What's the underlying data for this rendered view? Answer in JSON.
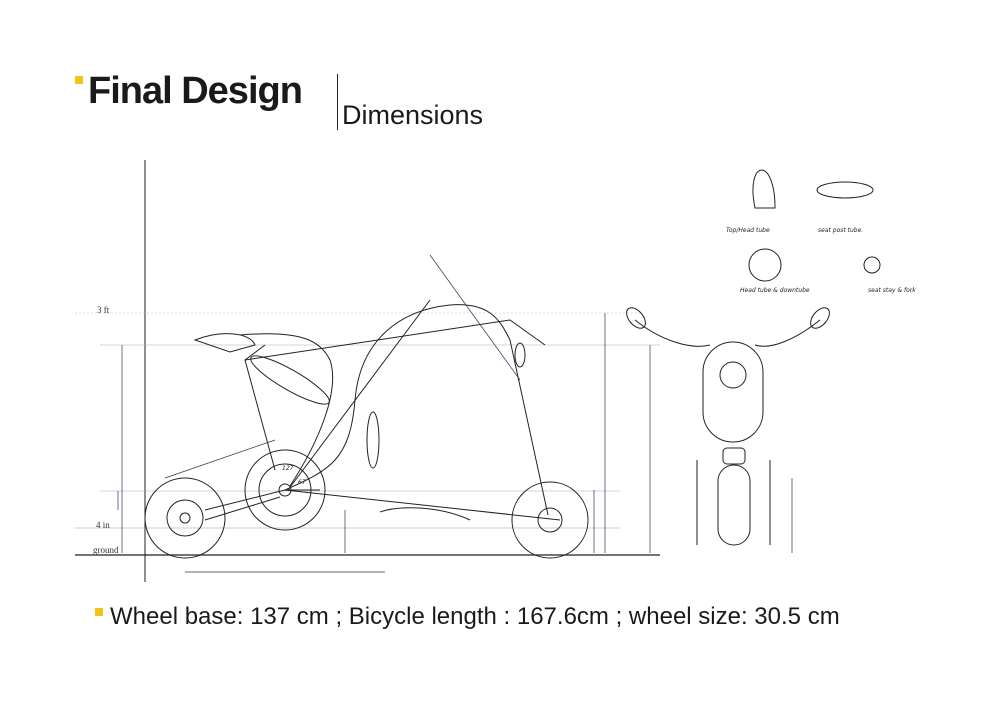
{
  "header": {
    "title": "Final Design",
    "subtitle": "Dimensions",
    "accent_color": "#f2c318"
  },
  "sketch": {
    "typed_labels": {
      "three_ft": "3 ft",
      "four_in": "4 in",
      "ground": "ground"
    },
    "annotations": {
      "top_tube": "Top/Head tube",
      "seat_post_tube": "seat post tube.",
      "head_down_tube": "Head tube & downtube",
      "seat_stay": "seat stay & fork",
      "angle_127": "127",
      "angle_67": "67"
    }
  },
  "caption": {
    "text": "Wheel base: 137 cm ; Bicycle length : 167.6cm ; wheel size: 30.5 cm"
  }
}
